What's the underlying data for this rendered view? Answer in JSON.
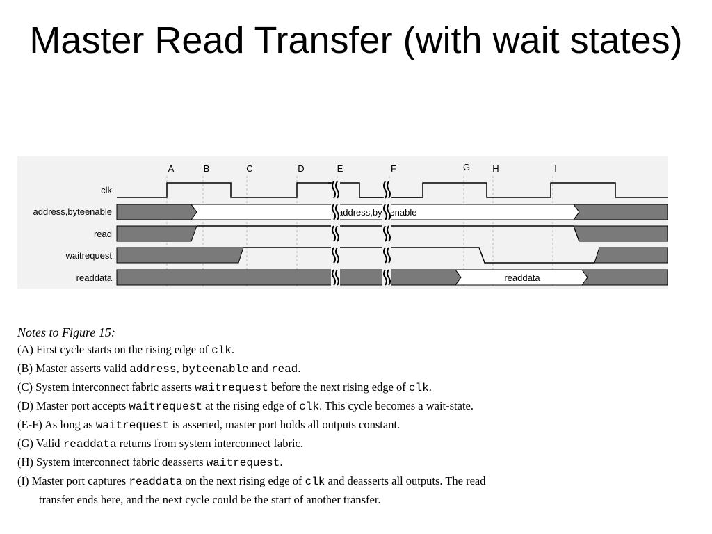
{
  "slide": {
    "title": "Master Read Transfer (with wait states)"
  },
  "diagram": {
    "markers": [
      "A",
      "B",
      "C",
      "D",
      "E",
      "F",
      "G",
      "H",
      "I"
    ],
    "signals": [
      "clk",
      "address,byteenable",
      "read",
      "waitrequest",
      "readdata"
    ],
    "bus_labels": {
      "address": "address,byteenable",
      "readdata": "readdata"
    },
    "colors": {
      "invalid_fill": "#7a7a7a",
      "background": "#f2f2f2",
      "line": "#000000"
    }
  },
  "notes": {
    "heading": "Notes to Figure 15:",
    "items": [
      {
        "t1": "(A) First cycle starts on the rising edge of ",
        "c1": "clk",
        "t2": "."
      },
      {
        "t1": "(B) Master asserts valid ",
        "c1": "address",
        "t2": ", ",
        "c2": "byteenable",
        "t3": " and ",
        "c3": "read",
        "t4": "."
      },
      {
        "t1": "(C) System interconnect fabric asserts ",
        "c1": "waitrequest",
        "t2": " before the next rising edge of ",
        "c2": "clk",
        "t3": "."
      },
      {
        "t1": "(D) Master port accepts ",
        "c1": "waitrequest",
        "t2": " at the rising edge of ",
        "c2": "clk",
        "t3": ".  This cycle becomes a wait-state."
      },
      {
        "t1": "(E-F) As long as ",
        "c1": "waitrequest",
        "t2": " is asserted, master port holds all outputs constant."
      },
      {
        "t1": "(G) Valid ",
        "c1": "readdata",
        "t2": " returns from system interconnect fabric."
      },
      {
        "t1": "(H) System interconnect fabric deasserts ",
        "c1": "waitrequest",
        "t2": "."
      },
      {
        "t1": "(I) Master port captures ",
        "c1": "readdata",
        "t2": " on the next rising edge of ",
        "c2": "clk",
        "t3": " and deasserts all outputs. The read"
      }
    ],
    "continuation": "transfer ends here, and the next cycle could be the start of another transfer."
  }
}
